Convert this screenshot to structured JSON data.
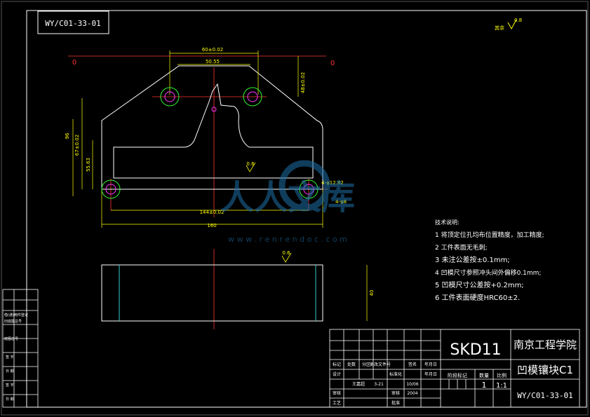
{
  "drawing": {
    "number": "WY/C01-33-01",
    "roughness_other": "其余",
    "roughness_value_top": "0.8",
    "roughness_value_1": "0.6",
    "roughness_value_2": "0.6",
    "origin_left": "0",
    "origin_right": "0"
  },
  "dimensions": {
    "d60": "60±0.02",
    "d50": "50.55",
    "d48": "48±0.02",
    "d96": "96",
    "d67": "67±0.02",
    "d55": "55.63",
    "d144": "144±0.02",
    "d160": "160",
    "d40": "40",
    "hole4": "4-φ12.82",
    "hole_r": "4-φ8"
  },
  "watermark": {
    "text": "人人文库",
    "url": "w w w . r e n r e n d o c . c o m"
  },
  "tech_notes": {
    "title": "技术说明:",
    "items": [
      "1 将顶定位孔均布位置精度，加工精度;",
      "2 工件表面无毛刺;",
      "3 未注公差按±0.1mm;",
      "4 凹模尺寸参照冲头间外偏移0.1mm;",
      "5 凹模尺寸公差按+0.2mm;",
      "6 工件表面硬度HRC60±2."
    ]
  },
  "title_block": {
    "material": "SKD11",
    "school": "南京工程学院",
    "part_name": "凹模镶块C1",
    "number": "WY/C01-33-01",
    "stage_label": "阶段标记",
    "quantity_label": "数量",
    "scale_label": "比例",
    "quantity": "1",
    "scale": "1:1",
    "row1": [
      "标记",
      "处数",
      "分区",
      "更改文件号",
      "签名",
      "年月日"
    ],
    "row2": [
      "设计",
      "王嘉超",
      "3-21",
      "标准化",
      "10/06",
      "年月日"
    ],
    "row3_left": "审核",
    "row3_std": "审核",
    "row3_year": "2004",
    "row4_left": "工艺",
    "row4_right": "批准"
  },
  "side_table": {
    "labels": [
      "借(通)用件登记",
      "旧底图总号",
      "底图总号",
      "签 字",
      "日 期",
      "签 字",
      "日 期"
    ]
  }
}
